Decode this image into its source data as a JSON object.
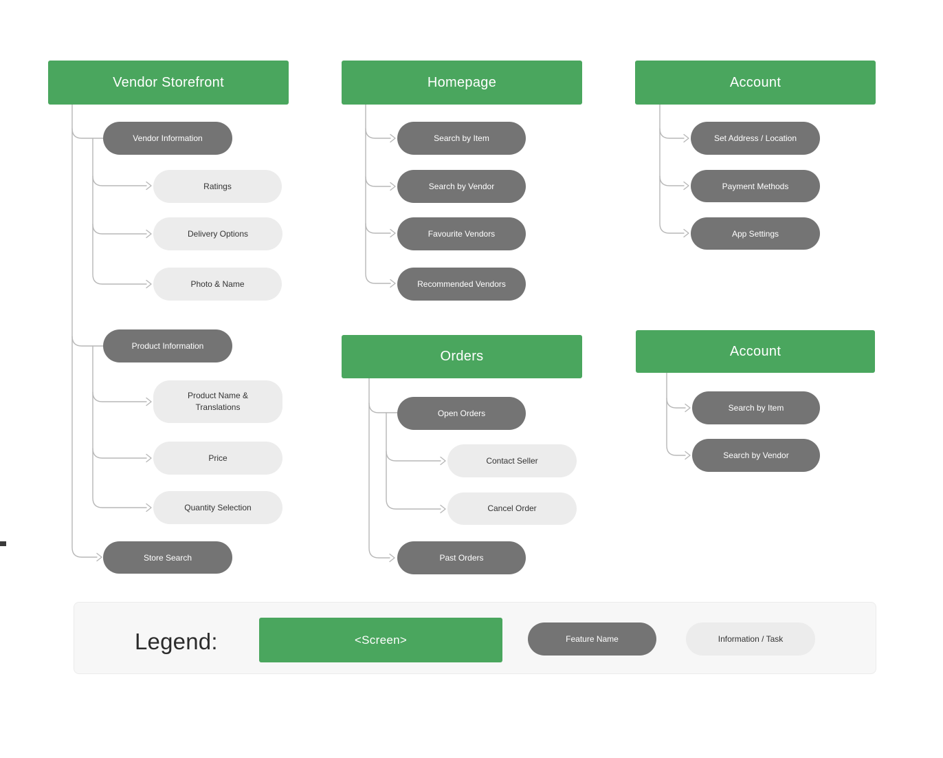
{
  "palette": {
    "screen_green": "#4aa65e",
    "feature_gray": "#747474",
    "task_gray": "#ececec",
    "task_text": "#333333",
    "connector_gray": "#b7b7b7",
    "legend_bg": "#f7f7f7",
    "legend_border": "#ebebeb",
    "text_dark": "#2b2b2b"
  },
  "groups": [
    {
      "title": "Vendor Storefront",
      "children": [
        {
          "label": "Vendor Information",
          "kind": "feature"
        },
        {
          "label": "Ratings",
          "kind": "task"
        },
        {
          "label": "Delivery Options",
          "kind": "task"
        },
        {
          "label": "Photo & Name",
          "kind": "task"
        },
        {
          "label": "Product Information",
          "kind": "feature"
        },
        {
          "label": "Product Name & Translations",
          "kind": "task"
        },
        {
          "label": "Price",
          "kind": "task"
        },
        {
          "label": "Quantity Selection",
          "kind": "task"
        },
        {
          "label": "Store Search",
          "kind": "feature"
        }
      ]
    },
    {
      "title": "Homepage",
      "children": [
        {
          "label": "Search by Item",
          "kind": "feature"
        },
        {
          "label": "Search by Vendor",
          "kind": "feature"
        },
        {
          "label": "Favourite Vendors",
          "kind": "feature"
        },
        {
          "label": "Recommended Vendors",
          "kind": "feature"
        }
      ]
    },
    {
      "title": "Account",
      "children": [
        {
          "label": "Set Address / Location",
          "kind": "feature"
        },
        {
          "label": "Payment Methods",
          "kind": "feature"
        },
        {
          "label": "App Settings",
          "kind": "feature"
        }
      ]
    },
    {
      "title": "Orders",
      "children": [
        {
          "label": "Open Orders",
          "kind": "feature"
        },
        {
          "label": "Contact Seller",
          "kind": "task"
        },
        {
          "label": "Cancel Order",
          "kind": "task"
        },
        {
          "label": "Past Orders",
          "kind": "feature"
        }
      ]
    },
    {
      "title": "Account",
      "children": [
        {
          "label": "Search by Item",
          "kind": "feature"
        },
        {
          "label": "Search by Vendor",
          "kind": "feature"
        }
      ]
    }
  ],
  "legend": {
    "heading": "Legend:",
    "screen_label": "<Screen>",
    "feature_label": "Feature Name",
    "task_label": "Information / Task"
  }
}
